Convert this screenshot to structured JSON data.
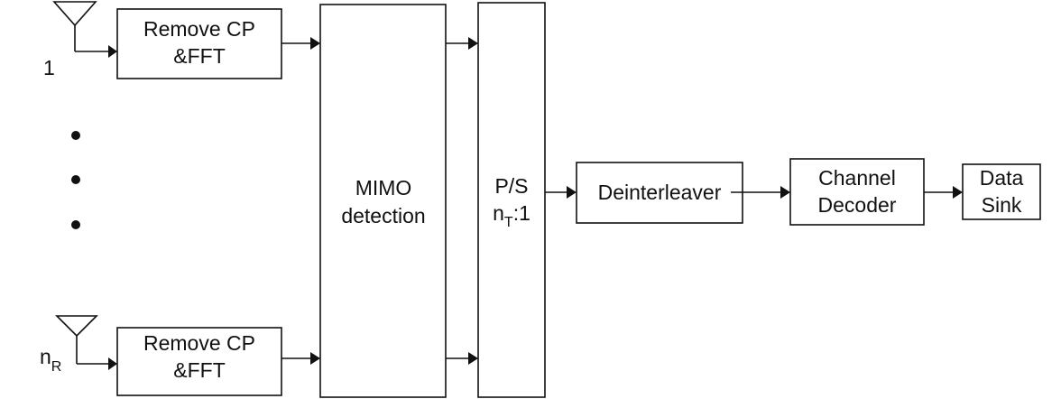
{
  "blocks": {
    "fft_top": {
      "line1": "Remove CP",
      "line2": "&FFT"
    },
    "fft_bottom": {
      "line1": "Remove CP",
      "line2": "&FFT"
    },
    "mimo": {
      "line1": "MIMO",
      "line2": "detection"
    },
    "ps": {
      "line1": "P/S",
      "line2_main": "n",
      "line2_sub": "T",
      "line2_rest": ":1"
    },
    "deinterleaver": {
      "label": "Deinterleaver"
    },
    "decoder": {
      "line1": "Channel",
      "line2": "Decoder"
    },
    "sink": {
      "line1": "Data",
      "line2": "Sink"
    }
  },
  "antennas": {
    "top": {
      "label": "1"
    },
    "bottom": {
      "label_main": "n",
      "label_sub": "R"
    }
  },
  "ellipsis_dots": 3
}
